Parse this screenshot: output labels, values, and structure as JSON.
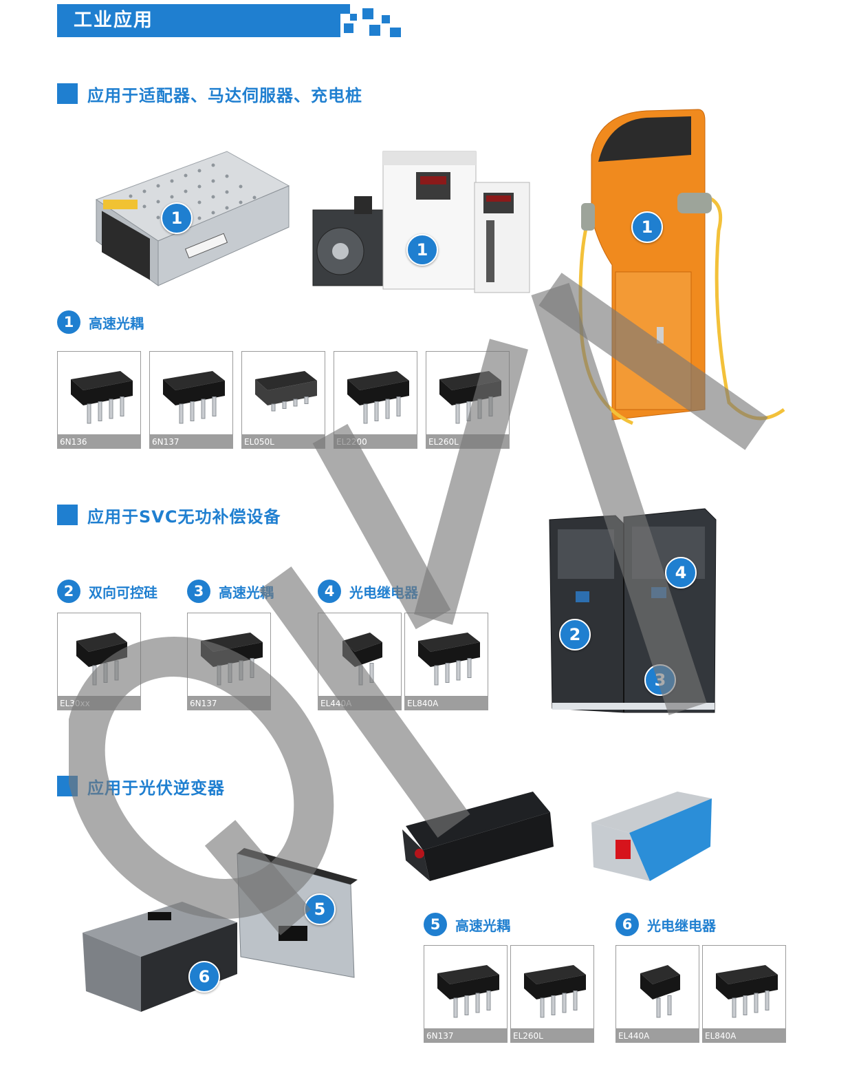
{
  "header": {
    "title": "工业应用"
  },
  "sections": [
    {
      "heading": "应用于适配器、马达伺服器、充电桩",
      "groups": [
        {
          "badge": "1",
          "label": "高速光耦",
          "chips": [
            "6N136",
            "6N137",
            "EL050L",
            "EL2200",
            "EL260L"
          ]
        }
      ],
      "photos": [
        {
          "name": "switching-power-supply",
          "badge": "1"
        },
        {
          "name": "servo-motor-and-drives",
          "badge": "1"
        },
        {
          "name": "ev-charging-pile",
          "badge": "1"
        }
      ]
    },
    {
      "heading": "应用于SVC无功补偿设备",
      "groups": [
        {
          "badge": "2",
          "label": "双向可控硅",
          "chips": [
            "EL30xx"
          ]
        },
        {
          "badge": "3",
          "label": "高速光耦",
          "chips": [
            "6N137"
          ]
        },
        {
          "badge": "4",
          "label": "光电继电器",
          "chips": [
            "EL440A",
            "EL840A"
          ]
        }
      ],
      "photos": [
        {
          "name": "svc-cabinets",
          "badges": [
            "4",
            "2",
            "3"
          ]
        }
      ]
    },
    {
      "heading": "应用于光伏逆变器",
      "groups": [
        {
          "badge": "5",
          "label": "高速光耦",
          "chips": [
            "6N137",
            "EL260L"
          ]
        },
        {
          "badge": "6",
          "label": "光电继电器",
          "chips": [
            "EL440A",
            "EL840A"
          ]
        }
      ],
      "photos": [
        {
          "name": "pv-inverters",
          "badges": [
            "5",
            "6"
          ]
        }
      ]
    }
  ],
  "watermark": "QIYA",
  "colors": {
    "accent": "#1f7fd0",
    "caption_bg": "#9e9e9e",
    "charger_orange": "#f08a1e"
  }
}
